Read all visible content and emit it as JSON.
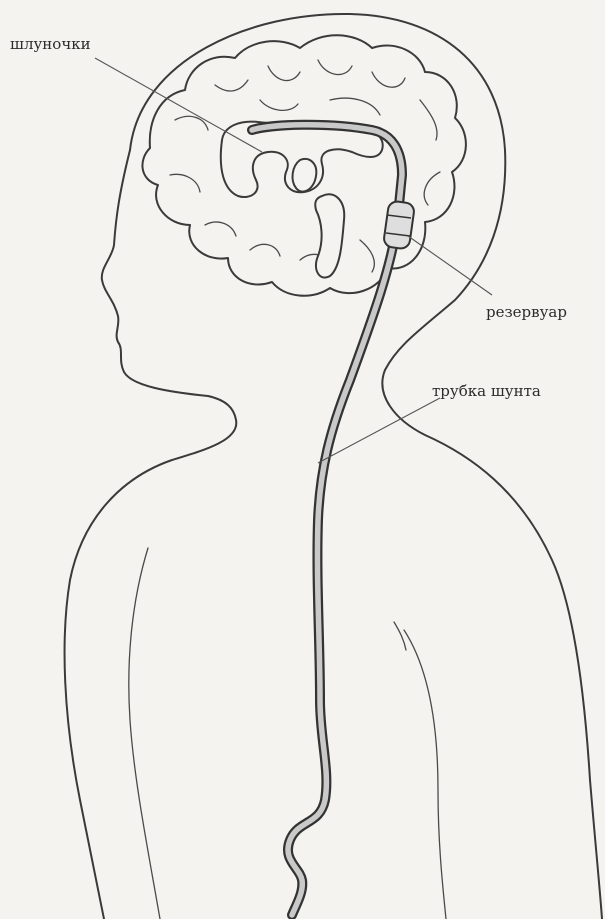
{
  "labels": {
    "ventricles": "шлуночки",
    "reservoir": "резервуар",
    "shunt_tube": "трубка шунта"
  }
}
